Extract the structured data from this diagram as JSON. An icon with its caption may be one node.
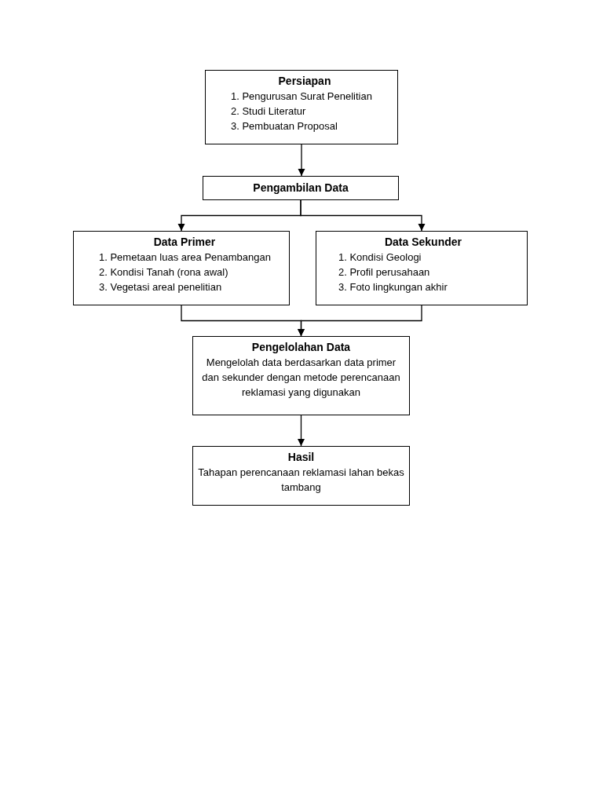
{
  "diagram": {
    "nodes": [
      {
        "text": [
          "Persiapan",
          "1. Pengurusan Surat Penelitian",
          "2. Studi Literatur",
          "3. Pembuatan Proposal"
        ]
      },
      {
        "text": [
          "Pengambilan Data"
        ]
      },
      {
        "text": [
          "Data Primer",
          "1. Pemetaan luas area Penambangan",
          "2. Kondisi Tanah (rona awal)",
          "3. Vegetasi areal penelitian"
        ]
      },
      {
        "text": [
          "Data Sekunder",
          "1. Kondisi Geologi",
          "2. Profil perusahaan",
          "3. Foto lingkungan akhir"
        ]
      },
      {
        "text": [
          "Pengelolahan Data",
          "Mengelolah data berdasarkan data primer dan sekunder dengan metode perencanaan reklamasi yang digunakan"
        ]
      },
      {
        "text": [
          "Hasil",
          "Tahapan perencanaan reklamasi lahan bekas tambang"
        ]
      }
    ],
    "edges": [
      {
        "from": 0,
        "to": 1,
        "arrow": "to"
      },
      {
        "from": 1,
        "to": 2,
        "arrow": "to"
      },
      {
        "from": 1,
        "to": 3,
        "arrow": "to"
      },
      {
        "from": 2,
        "to": 4,
        "arrow": "to"
      },
      {
        "from": 3,
        "to": 4,
        "arrow": "to"
      },
      {
        "from": 4,
        "to": 5,
        "arrow": "to"
      }
    ]
  }
}
